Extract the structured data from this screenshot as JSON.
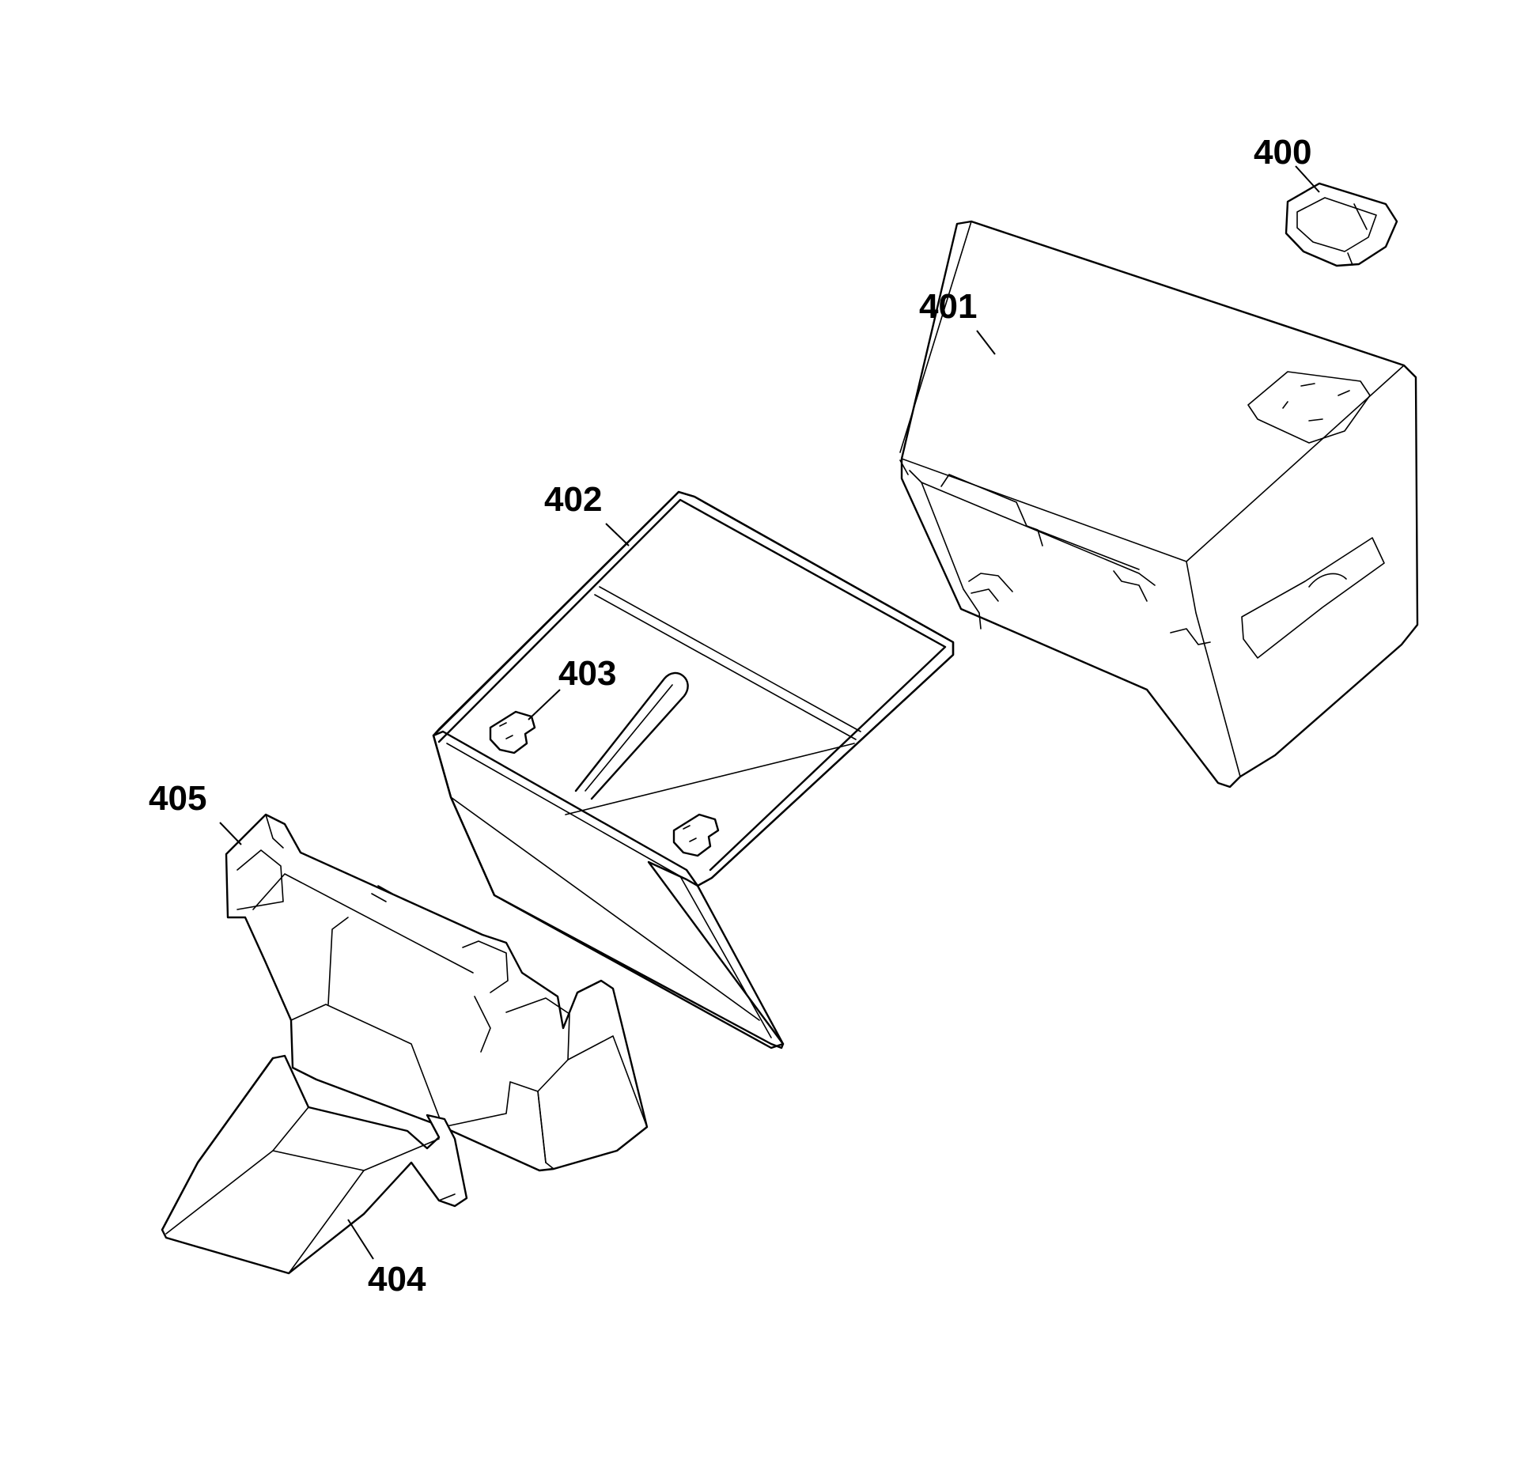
{
  "parts": [
    {
      "id": "p400",
      "number": "400"
    },
    {
      "id": "p401",
      "number": "401"
    },
    {
      "id": "p402",
      "number": "402"
    },
    {
      "id": "p403",
      "number": "403"
    },
    {
      "id": "p404",
      "number": "404"
    },
    {
      "id": "p405",
      "number": "405"
    }
  ]
}
